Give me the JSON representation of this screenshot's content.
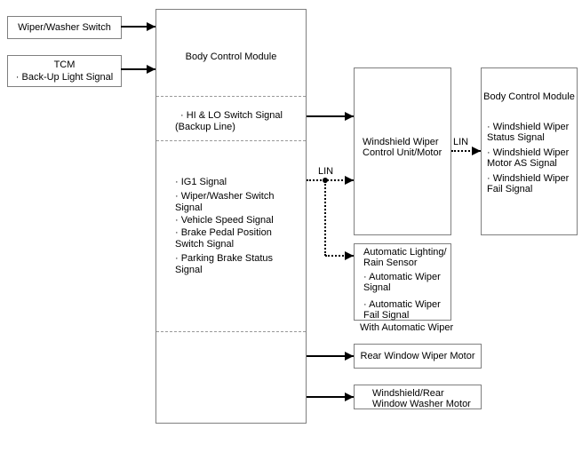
{
  "boxes": {
    "wiper_switch": {
      "label": "Wiper/Washer Switch"
    },
    "tcm": {
      "title": "TCM",
      "signal": "· Back-Up Light Signal"
    },
    "bcm_left": {
      "title": "Body Control Module",
      "backup_line1": "· HI & LO Switch Signal",
      "backup_line2": "(Backup Line)",
      "signals": [
        "· IG1 Signal",
        "· Wiper/Washer Switch Signal",
        "· Vehicle Speed Signal",
        "· Brake Pedal Position Switch Signal",
        "· Parking Brake Status Signal"
      ]
    },
    "wiper_control": {
      "line1": "Windshield Wiper",
      "line2": "Control Unit/Motor"
    },
    "rain_sensor": {
      "title_line1": "Automatic Lighting/",
      "title_line2": "Rain Sensor",
      "signals": [
        "· Automatic Wiper Signal",
        "· Automatic Wiper Fail Signal"
      ],
      "caption": "With Automatic Wiper"
    },
    "bcm_right": {
      "title": "Body Control Module",
      "signals": [
        "· Windshield Wiper Status Signal",
        "· Windshield Wiper Motor AS Signal",
        "· Windshield Wiper Fail Signal"
      ]
    },
    "rear_wiper": {
      "label": "Rear Window Wiper Motor"
    },
    "washer": {
      "line1": "Windshield/Rear",
      "line2": "Window Washer Motor"
    }
  },
  "labels": {
    "lin_left": "LIN",
    "lin_right": "LIN"
  },
  "colors": {
    "box_border": "#7f7f7f",
    "line": "#000000",
    "divider": "#999999",
    "text": "#000000",
    "background": "#ffffff"
  }
}
